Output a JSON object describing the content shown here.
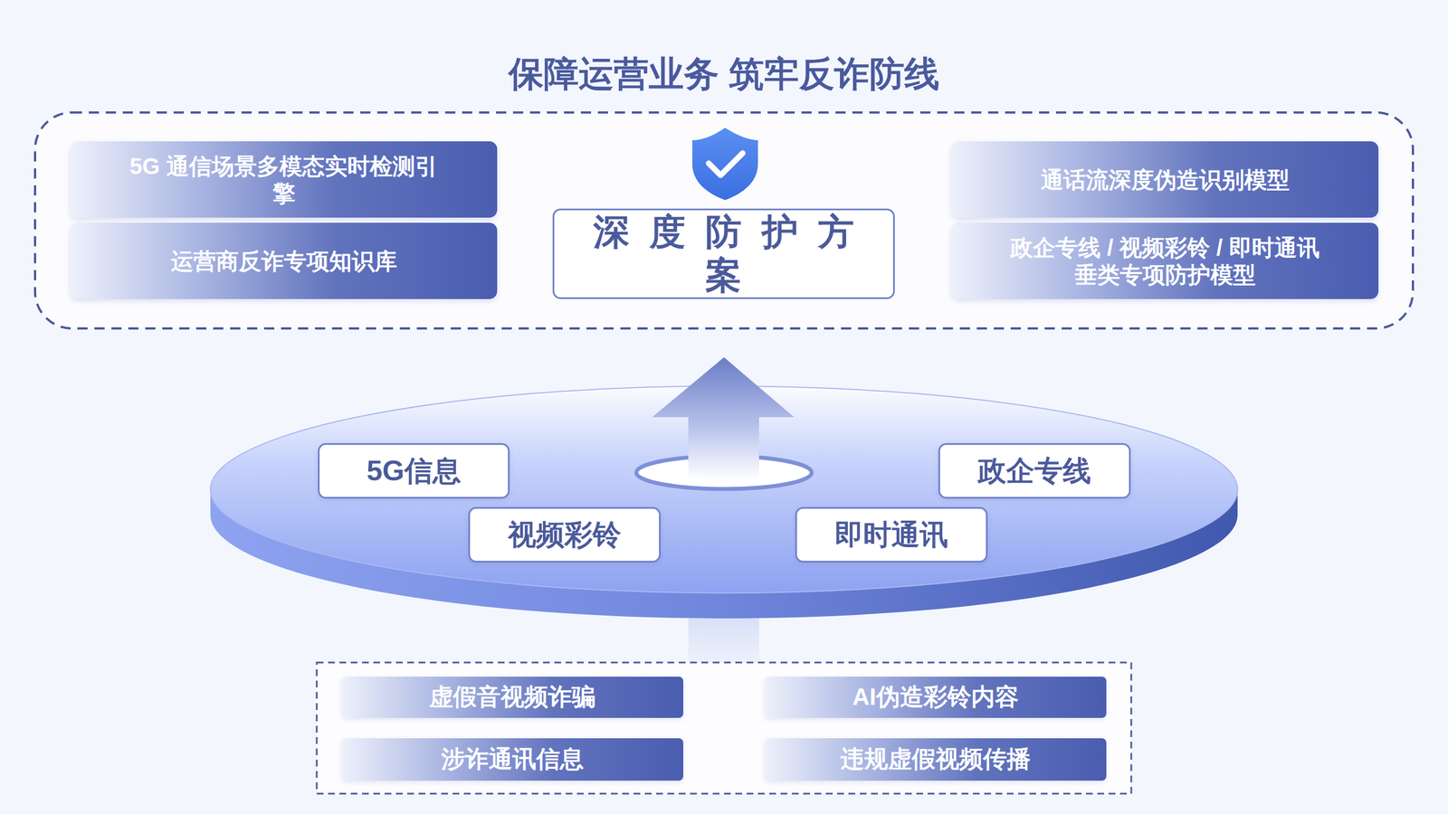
{
  "diagram": {
    "title": "保障运营业务 筑牢反诈防线",
    "nodes": [
      {
        "text": [
          "5G 通信场景多模态实时检测引擎"
        ]
      },
      {
        "text": [
          "深度防护方案"
        ]
      },
      {
        "text": [
          "通话流深度伪造识别模型"
        ]
      },
      {
        "text": [
          "运营商反诈专项知识库"
        ]
      },
      {
        "text": [
          "政企专线 / 视频彩铃 / 即时通讯 垂类专项防护模型"
        ]
      },
      {
        "text": [
          "5G信息"
        ]
      },
      {
        "text": [
          "政企专线"
        ]
      },
      {
        "text": [
          "视频彩铃"
        ]
      },
      {
        "text": [
          "即时通讯"
        ]
      },
      {
        "text": [
          "虚假音视频诈骗"
        ]
      },
      {
        "text": [
          "AI伪造彩铃内容"
        ]
      },
      {
        "text": [
          "涉诈通讯信息"
        ]
      },
      {
        "text": [
          "违规虚假视频传播"
        ]
      }
    ]
  }
}
